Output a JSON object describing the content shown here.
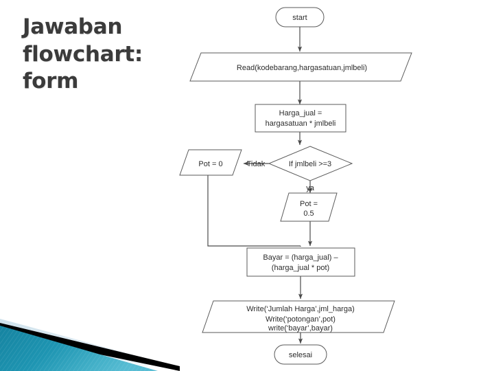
{
  "slide": {
    "title": "Jawaban flowchart:\nform",
    "background_color": "#ffffff",
    "title_color": "#3b3b3b"
  },
  "decoration": {
    "name": "corner-wedge-graphic",
    "teal_color": "#1b8eab",
    "teal_light_color": "#57b8d0",
    "black_color": "#000000",
    "pale_color": "#dce9f0"
  },
  "flowchart": {
    "nodes": [
      {
        "id": "start",
        "type": "terminator",
        "label": "start"
      },
      {
        "id": "read",
        "type": "input-output",
        "label": "Read(kodebarang,hargasatuan,jmlbeli)"
      },
      {
        "id": "hargajual",
        "type": "process",
        "label_line1": "Harga_jual =",
        "label_line2": "hargasatuan * jmlbeli"
      },
      {
        "id": "decision",
        "type": "decision",
        "label": "If jmlbeli >=3"
      },
      {
        "id": "pot0",
        "type": "input-output",
        "label": "Pot = 0"
      },
      {
        "id": "pot05",
        "type": "input-output",
        "label_line1": "Pot =",
        "label_line2": "0.5"
      },
      {
        "id": "bayar",
        "type": "process",
        "label_line1": "Bayar = (harga_jual) –",
        "label_line2": "(harga_jual * pot)"
      },
      {
        "id": "write",
        "type": "input-output",
        "label_line1": "Write(‘Jumlah Harga’,jml_harga)",
        "label_line2": "Write(‘potongan’,pot)",
        "label_line3": "write(‘bayar’,bayar)"
      },
      {
        "id": "selesai",
        "type": "terminator",
        "label": "selesai"
      }
    ],
    "edge_labels": {
      "no": "Tidak",
      "yes": "ya"
    },
    "line_color": "#4a4a4a",
    "shape_fill": "#ffffff",
    "shape_stroke": "#5a5a5a"
  }
}
